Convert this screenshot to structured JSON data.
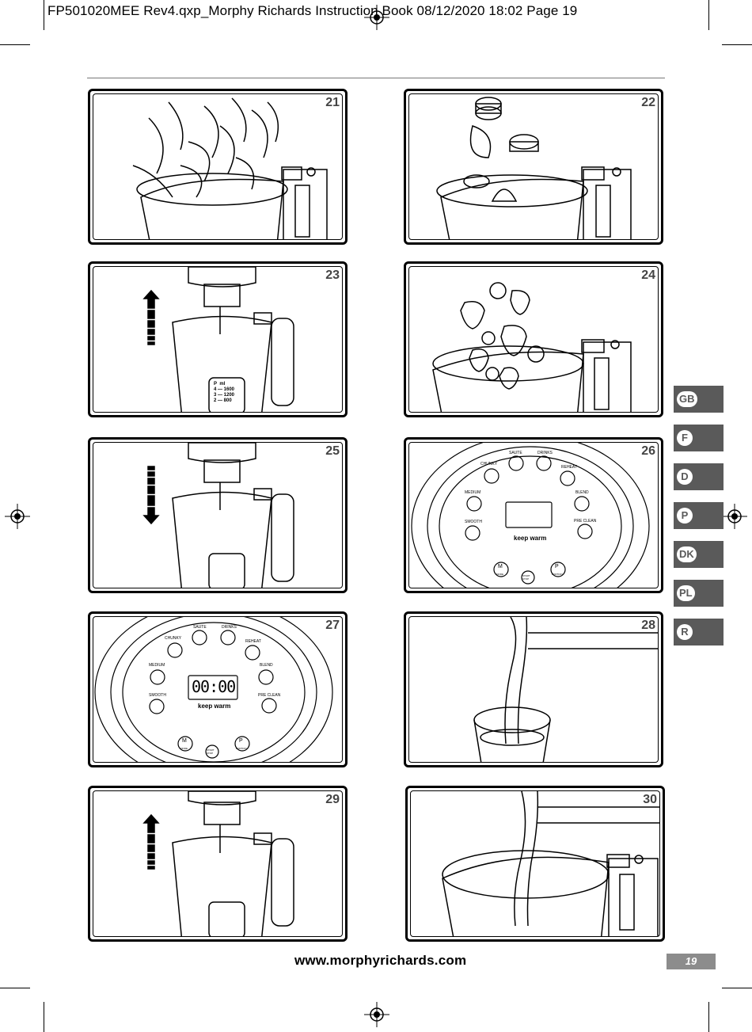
{
  "header": {
    "text": "FP501020MEE Rev4.qxp_Morphy Richards Instruction Book  08/12/2020  18:02  Page 19"
  },
  "panels": [
    {
      "number": "21",
      "scene": "pour-vegetables"
    },
    {
      "number": "22",
      "scene": "add-ingredients"
    },
    {
      "number": "23",
      "scene": "lift-motor-unit"
    },
    {
      "number": "24",
      "scene": "add-fruit"
    },
    {
      "number": "25",
      "scene": "lower-motor-unit"
    },
    {
      "number": "26",
      "scene": "control-panel"
    },
    {
      "number": "27",
      "scene": "control-panel-display"
    },
    {
      "number": "28",
      "scene": "pour-into-glass"
    },
    {
      "number": "29",
      "scene": "lift-motor-unit"
    },
    {
      "number": "30",
      "scene": "pour-liquid"
    }
  ],
  "control_panel": {
    "labels": {
      "chunky": "CHUNKY",
      "saute": "SAUTE",
      "drinks": "DRINKS",
      "reheat": "REHEAT",
      "medium": "MEDIUM",
      "blend": "BLEND",
      "smooth": "SMOOTH",
      "preclean": "PRE CLEAN",
      "keep_warm": "keep warm",
      "mode_letter": "M",
      "mode": "MODE",
      "start_stop": "START STOP",
      "portion_letter": "P",
      "portion": "PORTION"
    },
    "display": "00:00"
  },
  "jug_scale": {
    "p": "P",
    "ml": "ml",
    "row1": "4 — 1600",
    "row2": "3 — 1200",
    "row3": "2 — 800"
  },
  "language_tabs": [
    "GB",
    "F",
    "D",
    "P",
    "DK",
    "PL",
    "R"
  ],
  "footer": {
    "website": "www.morphyrichards.com",
    "page_number": "19"
  }
}
